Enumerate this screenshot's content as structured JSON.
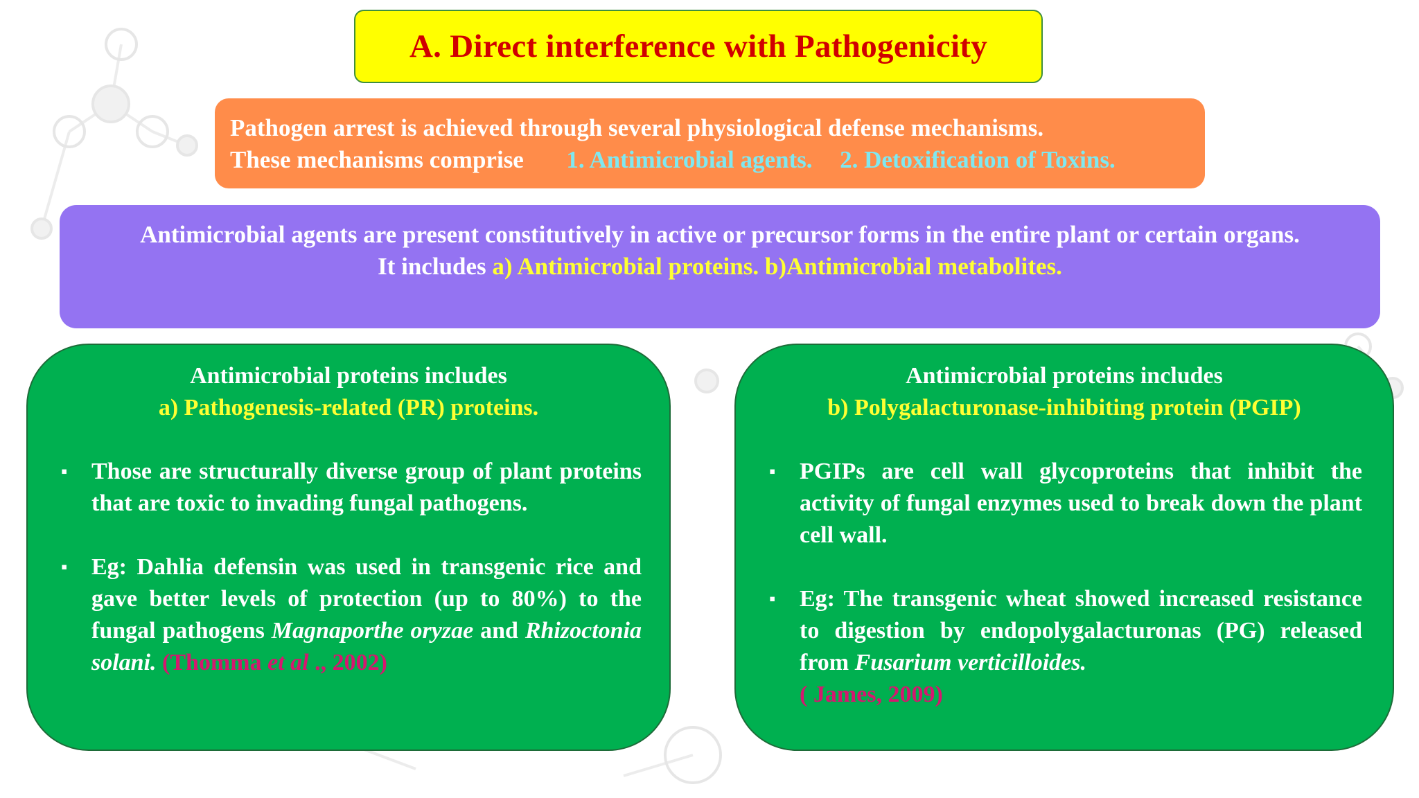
{
  "title": "A.  Direct interference with Pathogenicity",
  "intro": {
    "line1": "Pathogen arrest is achieved through several physiological defense mechanisms.",
    "line2_prefix": "These mechanisms comprise",
    "item1": "1. Antimicrobial agents.",
    "item2": "2. Detoxification of Toxins."
  },
  "agents": {
    "line1": "Antimicrobial agents are present constitutively in active or precursor forms in the entire plant or certain organs.",
    "line2_prefix": "It includes ",
    "line2_highlight": "a) Antimicrobial proteins. b)Antimicrobial metabolites."
  },
  "left_card": {
    "heading": "Antimicrobial proteins includes",
    "subheading": "a) Pathogenesis-related (PR) proteins.",
    "bullet_marker": "▪",
    "bullet1": "Those are structurally diverse group of plant proteins that are toxic to invading fungal pathogens.",
    "bullet2_text": "Eg: Dahlia defensin was used in transgenic rice and gave better levels of protection (up to 80%) to the fungal pathogens ",
    "bullet2_species1": "Magnaporthe oryzae",
    "bullet2_and": " and ",
    "bullet2_species2": "Rhizoctonia solani.",
    "cite_author": "(Thomma ",
    "cite_etal": "et al",
    "cite_year": " ., 2002)"
  },
  "right_card": {
    "heading": "Antimicrobial proteins includes",
    "subheading": "b) Polygalacturonase-inhibiting protein (PGIP)",
    "bullet_marker": "▪",
    "bullet1": "PGIPs are cell wall glycoproteins that inhibit the activity of fungal enzymes used to break down the plant cell wall.",
    "bullet2_text": "Eg: The transgenic wheat showed increased resistance to digestion by  endopolygalacturonas (PG) released from  ",
    "bullet2_species": "Fusarium verticilloides.",
    "cite": "( James, 2009)"
  }
}
